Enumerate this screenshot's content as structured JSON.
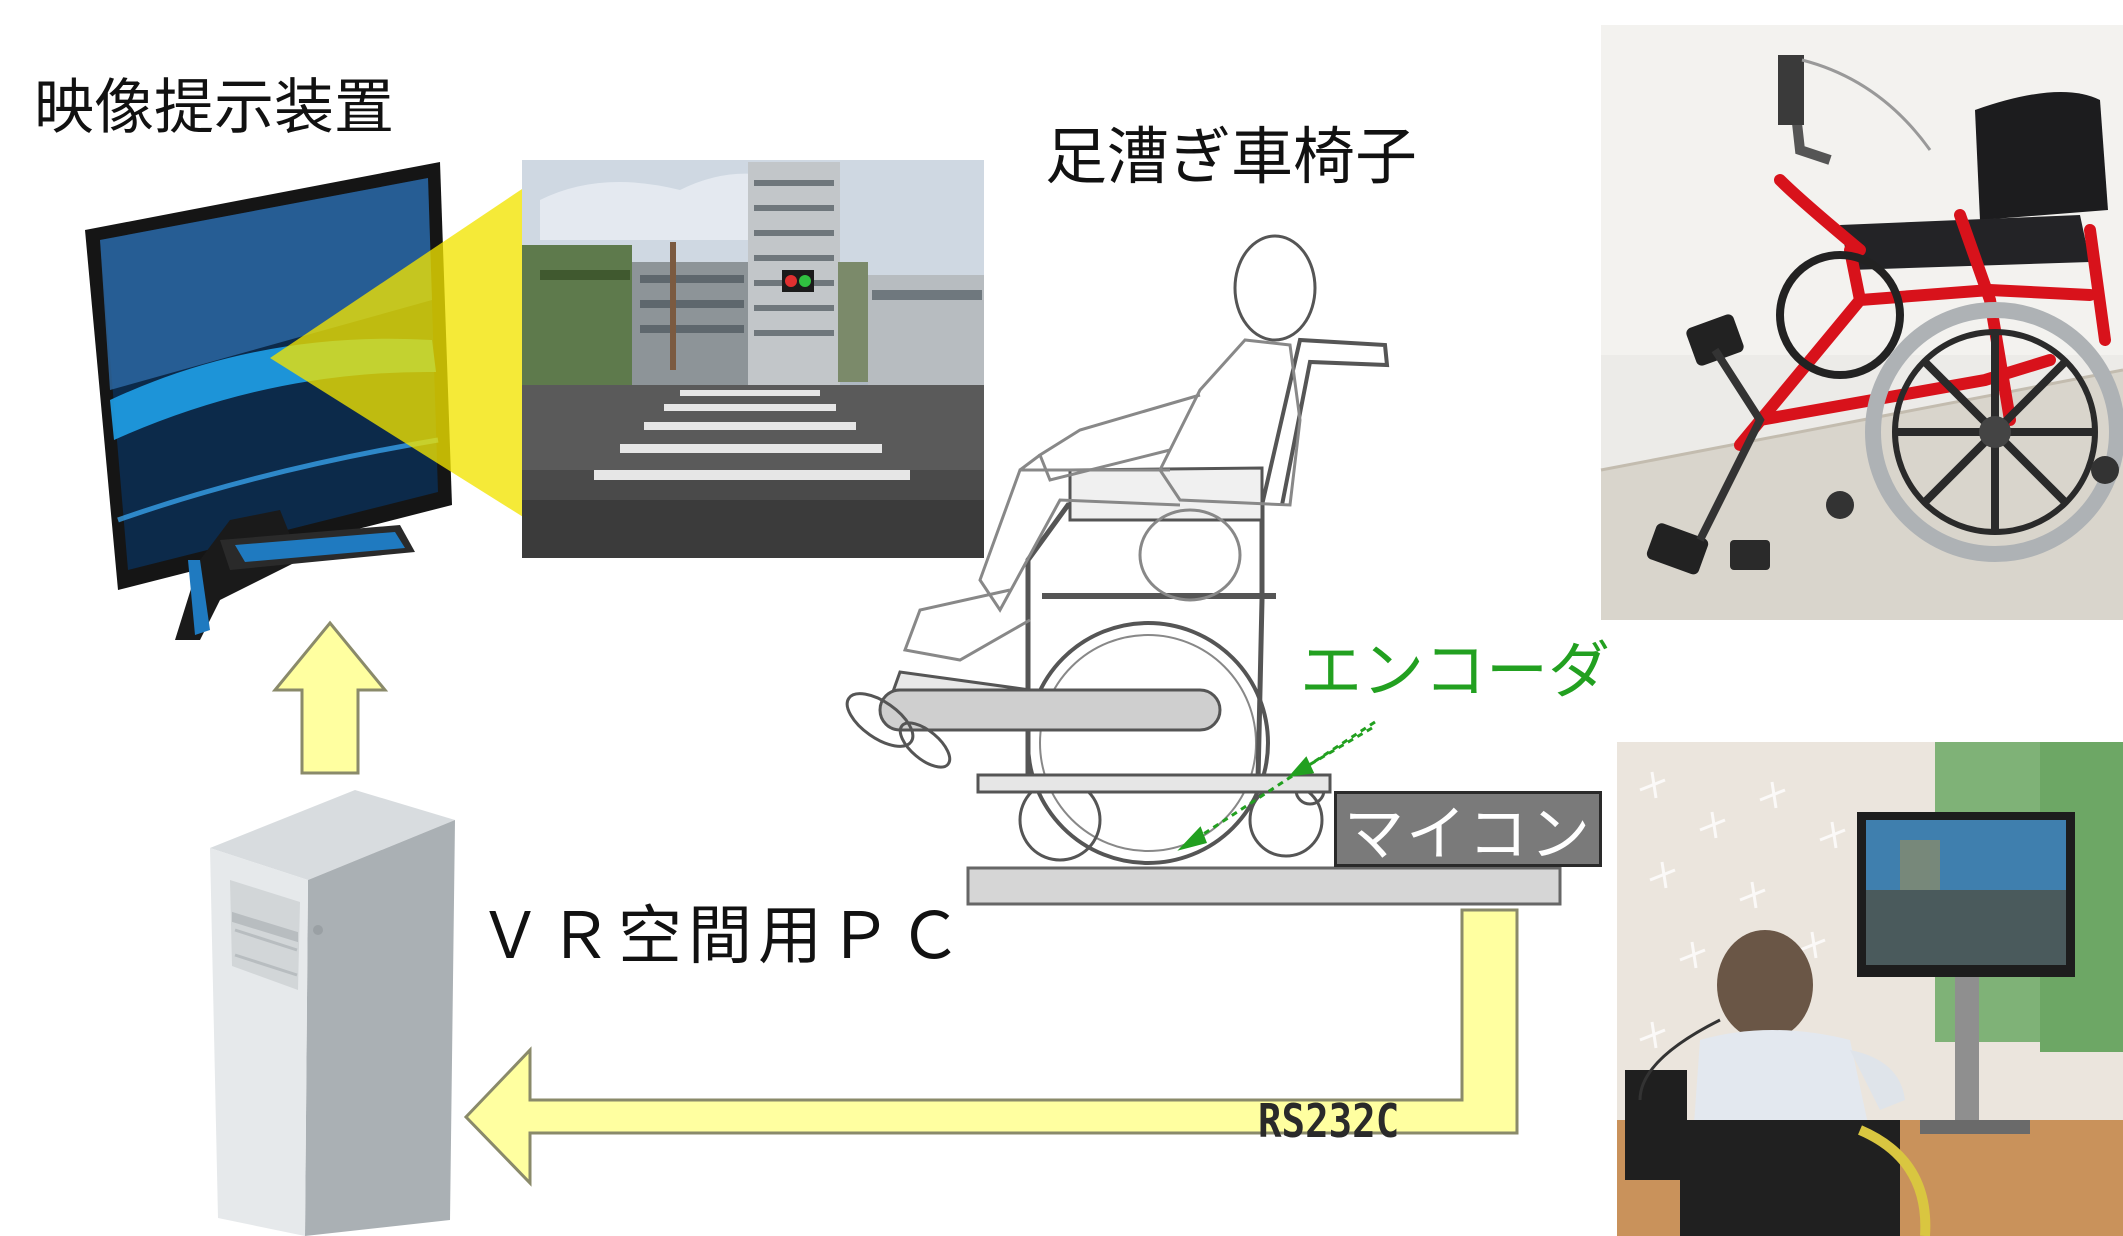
{
  "labels": {
    "display_device": "映像提示装置",
    "pedal_wheelchair": "足漕ぎ車椅子",
    "encoder": "エンコーダ",
    "microcontroller": "マイコン",
    "vr_pc": "ＶＲ空間用ＰＣ",
    "rs232c": "RS232C"
  },
  "colors": {
    "arrow_fill": "#ffffa0",
    "arrow_stroke": "#8a8a6a",
    "projection_yellow": "#f2e400",
    "encoder_green": "#22a020",
    "mcu_box": "#7a7a7a",
    "wheelchair_frame_photo": "#d8121b"
  },
  "icons": {
    "monitor": "monitor-icon",
    "pc_tower": "pc-tower-icon",
    "vr_scene": "vr-street-scene",
    "wheelchair_diagram": "wheelchair-line-drawing",
    "photo_wheelchair": "pedal-wheelchair-photo",
    "photo_user": "user-using-system-photo"
  }
}
